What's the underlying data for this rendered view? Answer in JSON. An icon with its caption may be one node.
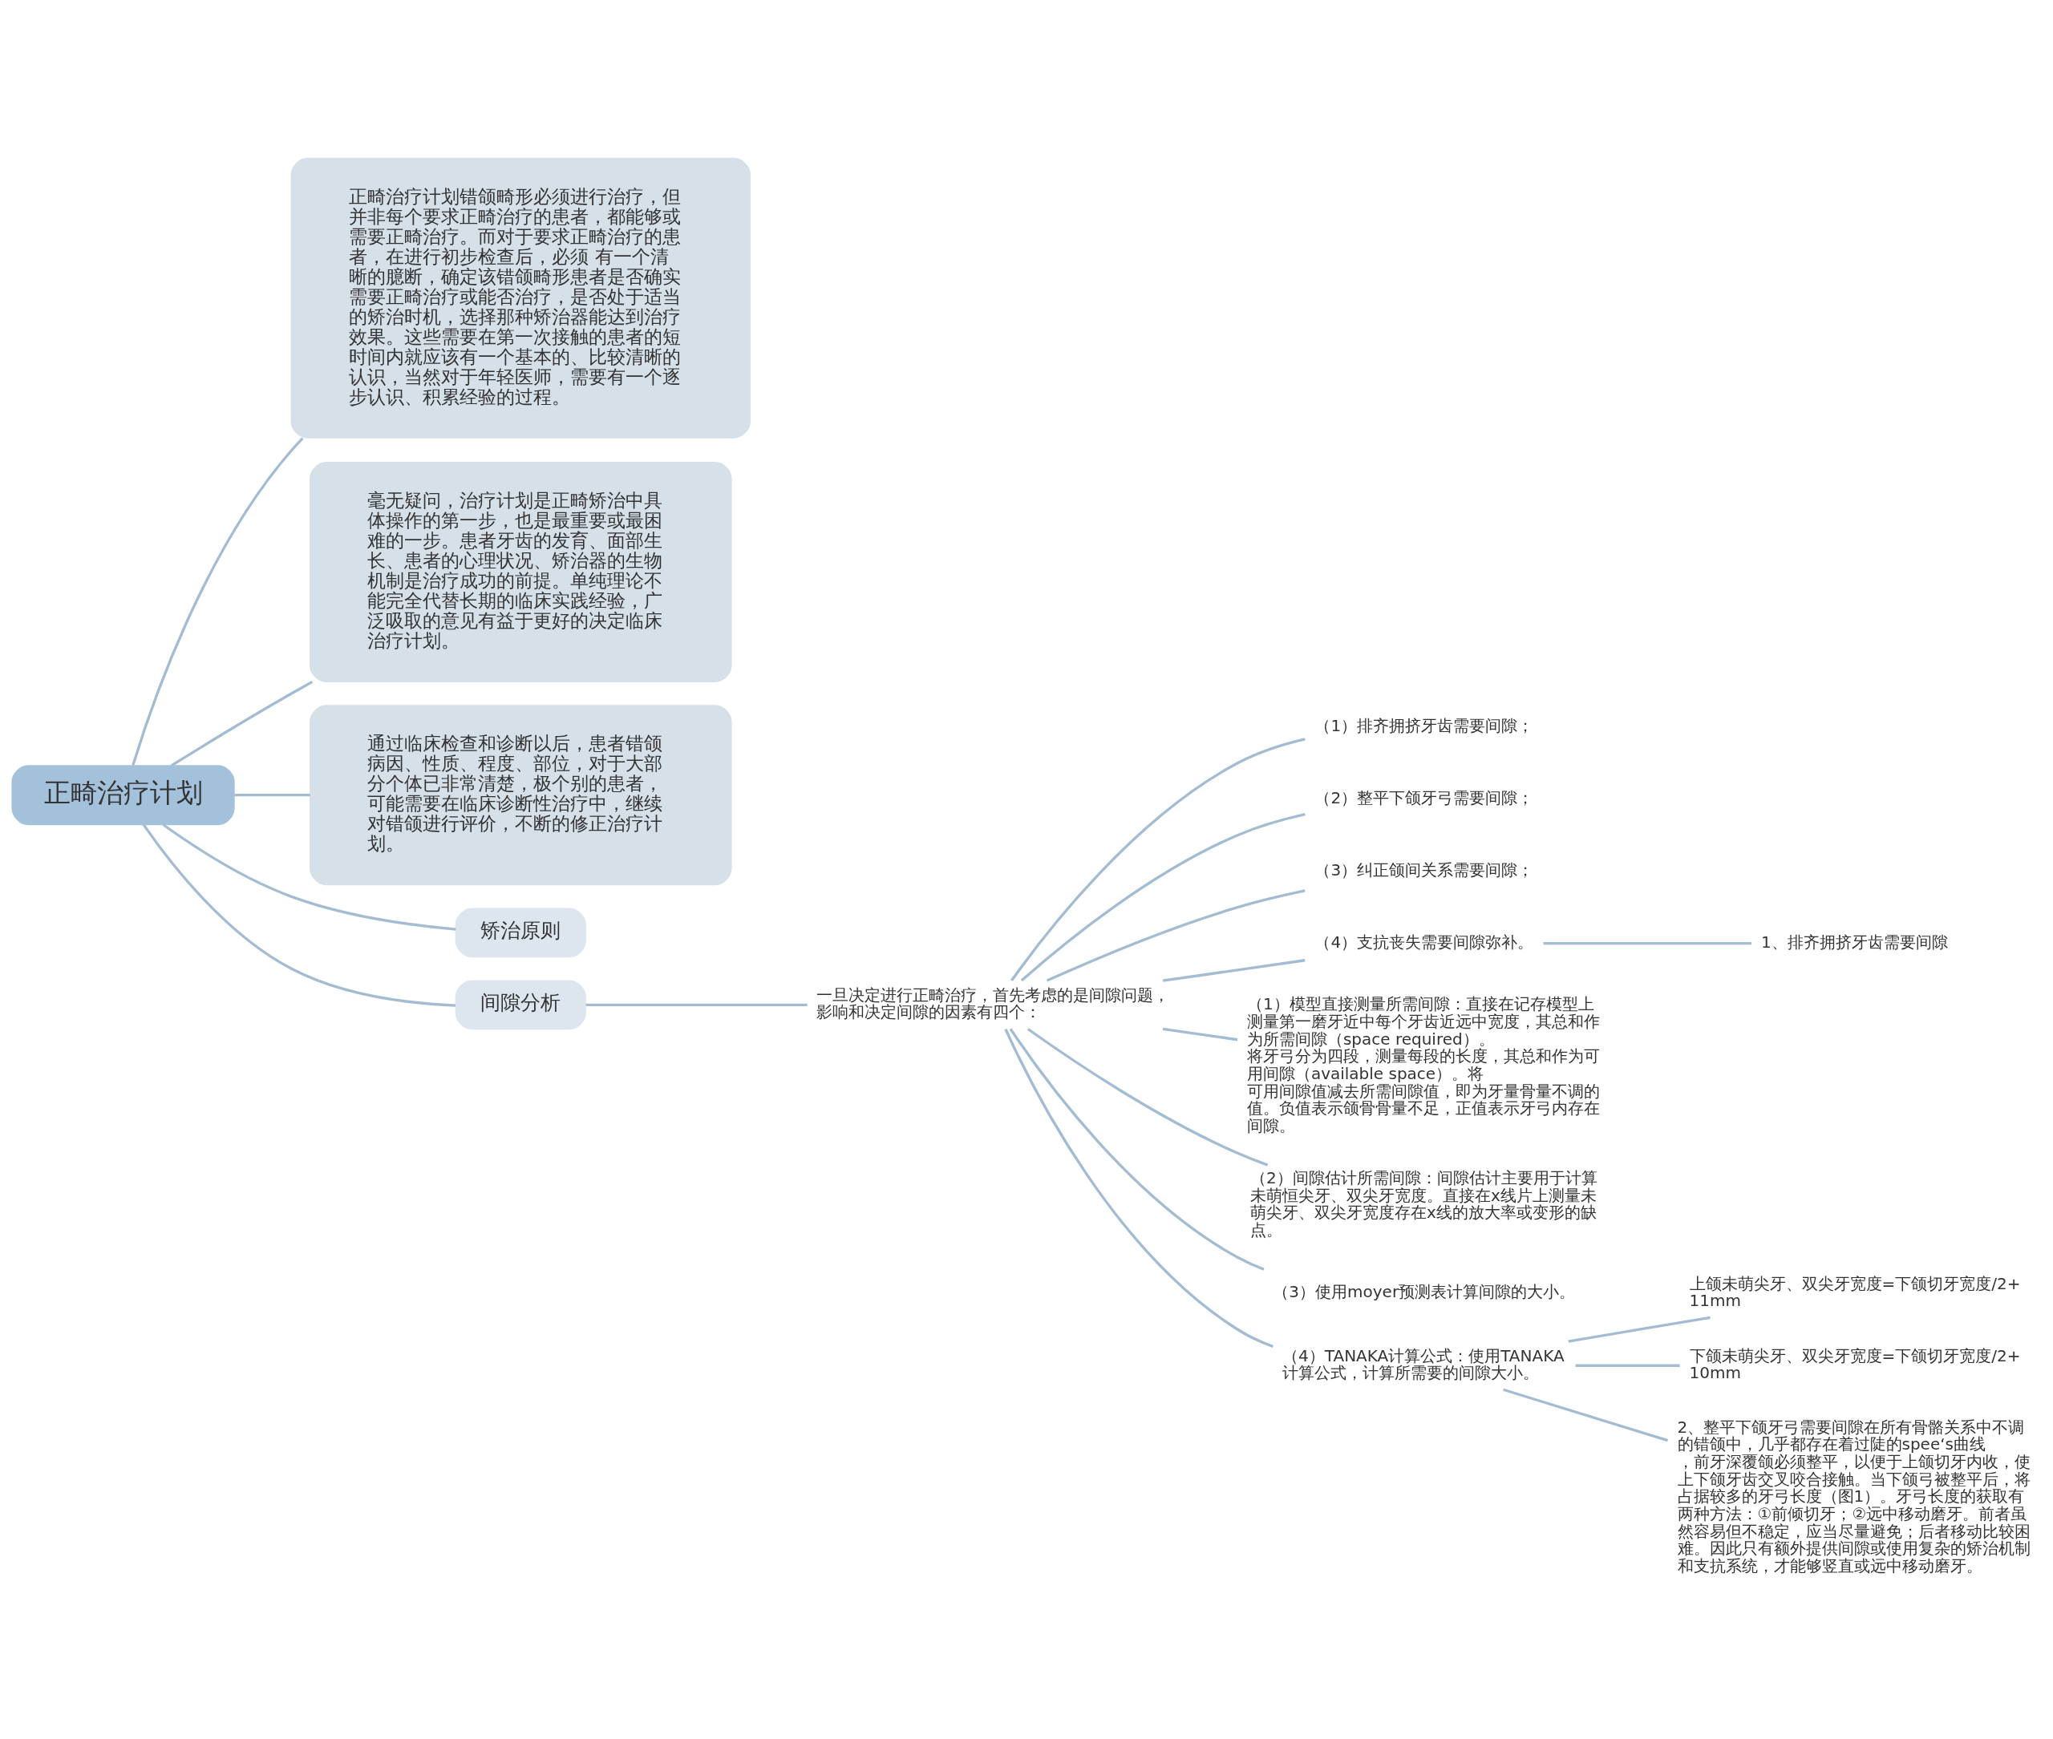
{
  "diagram": {
    "nodes": [
      {
        "text": [
          "正畸治疗计划"
        ]
      },
      {
        "text": [
          "正畸治疗计划错颌畸形必须进行治疗，但并非每个要求正畸治疗的患者，都能够或需要正畸治疗。而对于要求正畸治疗的患者，在进行初步检查后，必须 有一个清晰的臆断，确定该错颌畸形患者是否确实需要正畸治疗或能否治疗，是否处于适当的矫治时机，选择那种矫治器能达到治疗效果。这些需要在第一次接触的患者的短时间内就应该有一个基本的、比较清晰的认识，当然对于年轻医师，需要有一个逐步认识、积累经验的过程。"
        ]
      },
      {
        "text": [
          "毫无疑问，治疗计划是正畸矫治中具体操作的第一步，也是最重要或最困难的一步。患者牙齿的发育、面部生长、患者的心理状况、矫治器的生物机制是治疗成功的前提。单纯理论不能完全代替长期的临床实践经验，广泛吸取的意见有益于更好的决定临床治疗计划。"
        ]
      },
      {
        "text": [
          "通过临床检查和诊断以后，患者错颌病因、性质、程度、部位，对于大部分个体已非常清楚，极个别的患者，可能需要在临床诊断性治疗中，继续对错颌进行评价，不断的修正治疗计划。"
        ]
      },
      {
        "text": [
          "矫治原则"
        ]
      },
      {
        "text": [
          "间隙分析"
        ]
      },
      {
        "text": [
          "一旦决定进行正畸治疗，首先考虑的是间隙问题，影响和决定间隙的因素有四个："
        ]
      },
      {
        "text": [
          "（1）排齐拥挤牙齿需要间隙；"
        ]
      },
      {
        "text": [
          "（2）整平下颌牙弓需要间隙；"
        ]
      },
      {
        "text": [
          "（3）纠正颌间关系需要间隙；"
        ]
      },
      {
        "text": [
          "（4）支抗丧失需要间隙弥补。"
        ]
      },
      {
        "text": [
          "1、排齐拥挤牙齿需要间隙"
        ]
      },
      {
        "text": [
          "（1）模型直接测量所需间隙：直接在记存模型上测量第一磨牙近中每个牙齿近远中宽度，其总和作为所需间隙（space required）。将牙弓分为四段，测量每段的长度，其总和作为可用间隙（available space）。将可用间隙值减去所需间隙值，即为牙量骨量不调的值。负值表示颌骨骨量不足，正值表示牙弓内存在间隙。"
        ]
      },
      {
        "text": [
          "（2）间隙估计所需间隙：间隙估计主要用于计算未萌恒尖牙、双尖牙宽度。直接在x线片上测量未萌尖牙、双尖牙宽度存在x线的放大率或变形的缺点。"
        ]
      },
      {
        "text": [
          "（3）使用moyer预测表计算间隙的大小。"
        ]
      },
      {
        "text": [
          "（4）TANAKA计算公式：使用TANAKA计算公式，计算所需要的间隙大小。"
        ]
      },
      {
        "text": [
          "上颌未萌尖牙、双尖牙宽度=下颌切牙宽度/2+11mm"
        ]
      },
      {
        "text": [
          "下颌未萌尖牙、双尖牙宽度=下颌切牙宽度/2+10mm"
        ]
      },
      {
        "text": [
          "2、整平下颌牙弓需要间隙在所有骨骼关系中不调的错颌中，几乎都存在着过陡的spee‘s曲线，前牙深覆颌必须整平，以便于上颌切牙内收，使上下颌牙齿交叉咬合接触。当下颌弓被整平后，将占据较多的牙弓长度（图1）。牙弓长度的获取有两种方法：①前倾切牙；②远中移动磨牙。前者虽然容易但不稳定，应当尽量避免；后者移动比较困难。因此只有额外提供间隙或使用复杂的矫治机制和支抗系统，才能够竖直或远中移动磨牙。"
        ]
      }
    ],
    "edges": [
      {
        "from": 0,
        "to": 1,
        "arrow": "none"
      },
      {
        "from": 0,
        "to": 2,
        "arrow": "none"
      },
      {
        "from": 0,
        "to": 3,
        "arrow": "none"
      },
      {
        "from": 0,
        "to": 4,
        "arrow": "none"
      },
      {
        "from": 0,
        "to": 5,
        "arrow": "none"
      },
      {
        "from": 5,
        "to": 6,
        "arrow": "none"
      },
      {
        "from": 6,
        "to": 7,
        "arrow": "none"
      },
      {
        "from": 6,
        "to": 8,
        "arrow": "none"
      },
      {
        "from": 6,
        "to": 9,
        "arrow": "none"
      },
      {
        "from": 6,
        "to": 10,
        "arrow": "none"
      },
      {
        "from": 10,
        "to": 11,
        "arrow": "none"
      },
      {
        "from": 6,
        "to": 12,
        "arrow": "none"
      },
      {
        "from": 6,
        "to": 13,
        "arrow": "none"
      },
      {
        "from": 6,
        "to": 14,
        "arrow": "none"
      },
      {
        "from": 6,
        "to": 15,
        "arrow": "none"
      },
      {
        "from": 15,
        "to": 16,
        "arrow": "none"
      },
      {
        "from": 15,
        "to": 17,
        "arrow": "none"
      },
      {
        "from": 15,
        "to": 18,
        "arrow": "none"
      }
    ]
  }
}
